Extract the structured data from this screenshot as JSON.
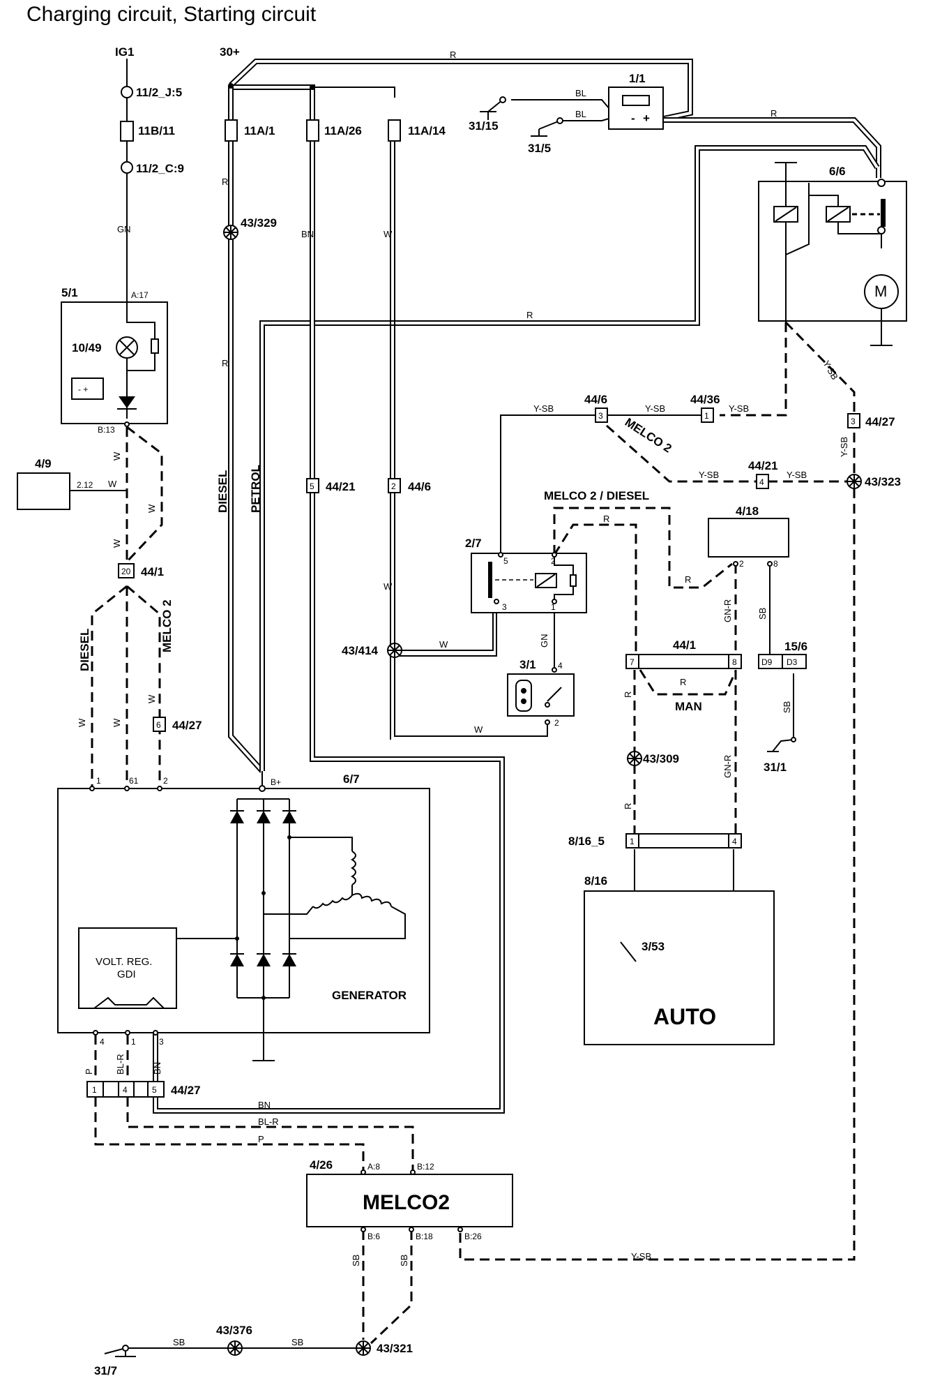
{
  "title": "Charging circuit, Starting circuit",
  "supplies": {
    "ig1": "IG1",
    "b30": "30+"
  },
  "connectors": {
    "c11_2_j5": "11/2_J:5",
    "c11b_11": "11B/11",
    "c11_2_c9": "11/2_C:9",
    "c11a_1": "11A/1",
    "c11a_26": "11A/26",
    "c11a_14": "11A/14",
    "c43_329": "43/329",
    "c43_414": "43/414",
    "c43_309": "43/309",
    "c43_323": "43/323",
    "c43_376": "43/376",
    "c43_321": "43/321",
    "c44_21a": "44/21",
    "c44_6a": "44/6",
    "c44_1a": "44/1",
    "c44_27a": "44/27",
    "c44_27b": "44/27",
    "c44_27c": "44/27",
    "c44_6b": "44/6",
    "c44_36": "44/36",
    "c44_21b": "44/21",
    "c44_1b": "44/1",
    "c8_16_5": "8/16_5"
  },
  "components": {
    "battery": "1/1",
    "starter": "6/6",
    "combi": "5/1",
    "lamp": "10/49",
    "c4_9": "4/9",
    "relay": "2/7",
    "ignition": "3/1",
    "c4_18": "4/18",
    "c15_6": "15/6",
    "generator_id": "6/7",
    "generator": "GENERATOR",
    "regulator_l1": "VOLT. REG.",
    "regulator_l2": "GDI",
    "auto_box": "8/16",
    "auto_switch": "3/53",
    "auto": "AUTO",
    "melco_id": "4/26",
    "melco": "MELCO2",
    "man": "MAN"
  },
  "grounds": {
    "g31_15": "31/15",
    "g31_5": "31/5",
    "g31_1": "31/1",
    "g31_7": "31/7"
  },
  "wires": {
    "r": "R",
    "gn": "GN",
    "w": "W",
    "bn": "BN",
    "bl": "BL",
    "ysb": "Y-SB",
    "sb": "SB",
    "gnr": "GN-R",
    "p": "P",
    "blr": "BL-R"
  },
  "variants": {
    "diesel": "DIESEL",
    "petrol": "PETROL",
    "melco2": "MELCO 2",
    "melco2_diesel": "MELCO 2 / DIESEL"
  },
  "pins": {
    "a17": "A:17",
    "b13": "B:13",
    "p212": "2.12",
    "p20": "20",
    "p5": "5",
    "p2": "2",
    "p3": "3",
    "p1": "1",
    "p4": "4",
    "p6": "6",
    "p7": "7",
    "p8": "8",
    "p61": "61",
    "d9": "D9",
    "d3": "D3",
    "bplus": "B+",
    "a8": "A:8",
    "b12": "B:12",
    "b6": "B:6",
    "b18": "B:18",
    "b26": "B:26"
  },
  "symbols": {
    "motor": "M",
    "plus": "+",
    "minus": "-"
  }
}
